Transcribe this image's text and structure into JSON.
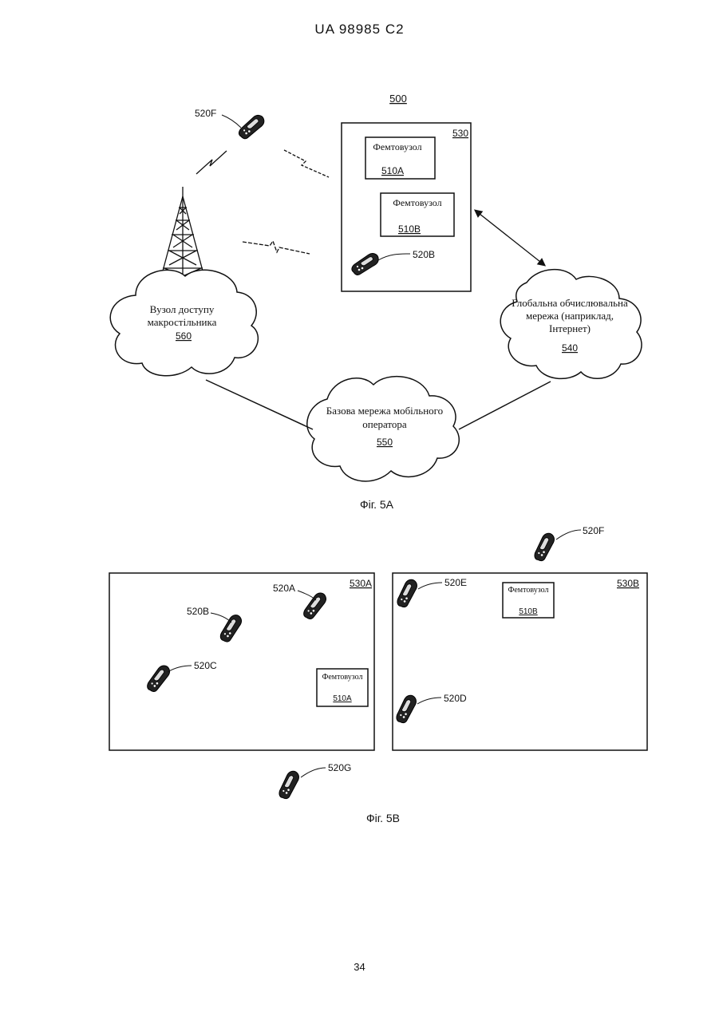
{
  "header": "UA   98985   C2",
  "page_number": "34",
  "fig5a": {
    "system_label": "500",
    "femto_area_label": "530",
    "femto_a": {
      "name": "Фемтовузол",
      "id": "510A"
    },
    "femto_b": {
      "name": "Фемтовузол",
      "id": "510B"
    },
    "ue_f": "520F",
    "ue_b": "520B",
    "macro_node": {
      "line1": "Вузол доступу",
      "line2": "макростільника",
      "id": "560"
    },
    "global_network": {
      "line1": "Глобальна обчислювальна",
      "line2": "мережа (наприклад,",
      "line3": "Інтернет)",
      "id": "540"
    },
    "core_network": {
      "line1": "Базова мережа мобільного",
      "line2": "оператора",
      "id": "550"
    },
    "caption": "Фіг. 5А"
  },
  "fig5b": {
    "area_a_label": "530A",
    "area_b_label": "530B",
    "femto_a": {
      "name": "Фемтовузол",
      "id": "510A"
    },
    "femto_b": {
      "name": "Фемтовузол",
      "id": "510B"
    },
    "ue_a": "520A",
    "ue_b": "520B",
    "ue_c": "520C",
    "ue_d": "520D",
    "ue_e": "520E",
    "ue_f": "520F",
    "ue_g": "520G",
    "caption": "Фіг. 5В"
  }
}
